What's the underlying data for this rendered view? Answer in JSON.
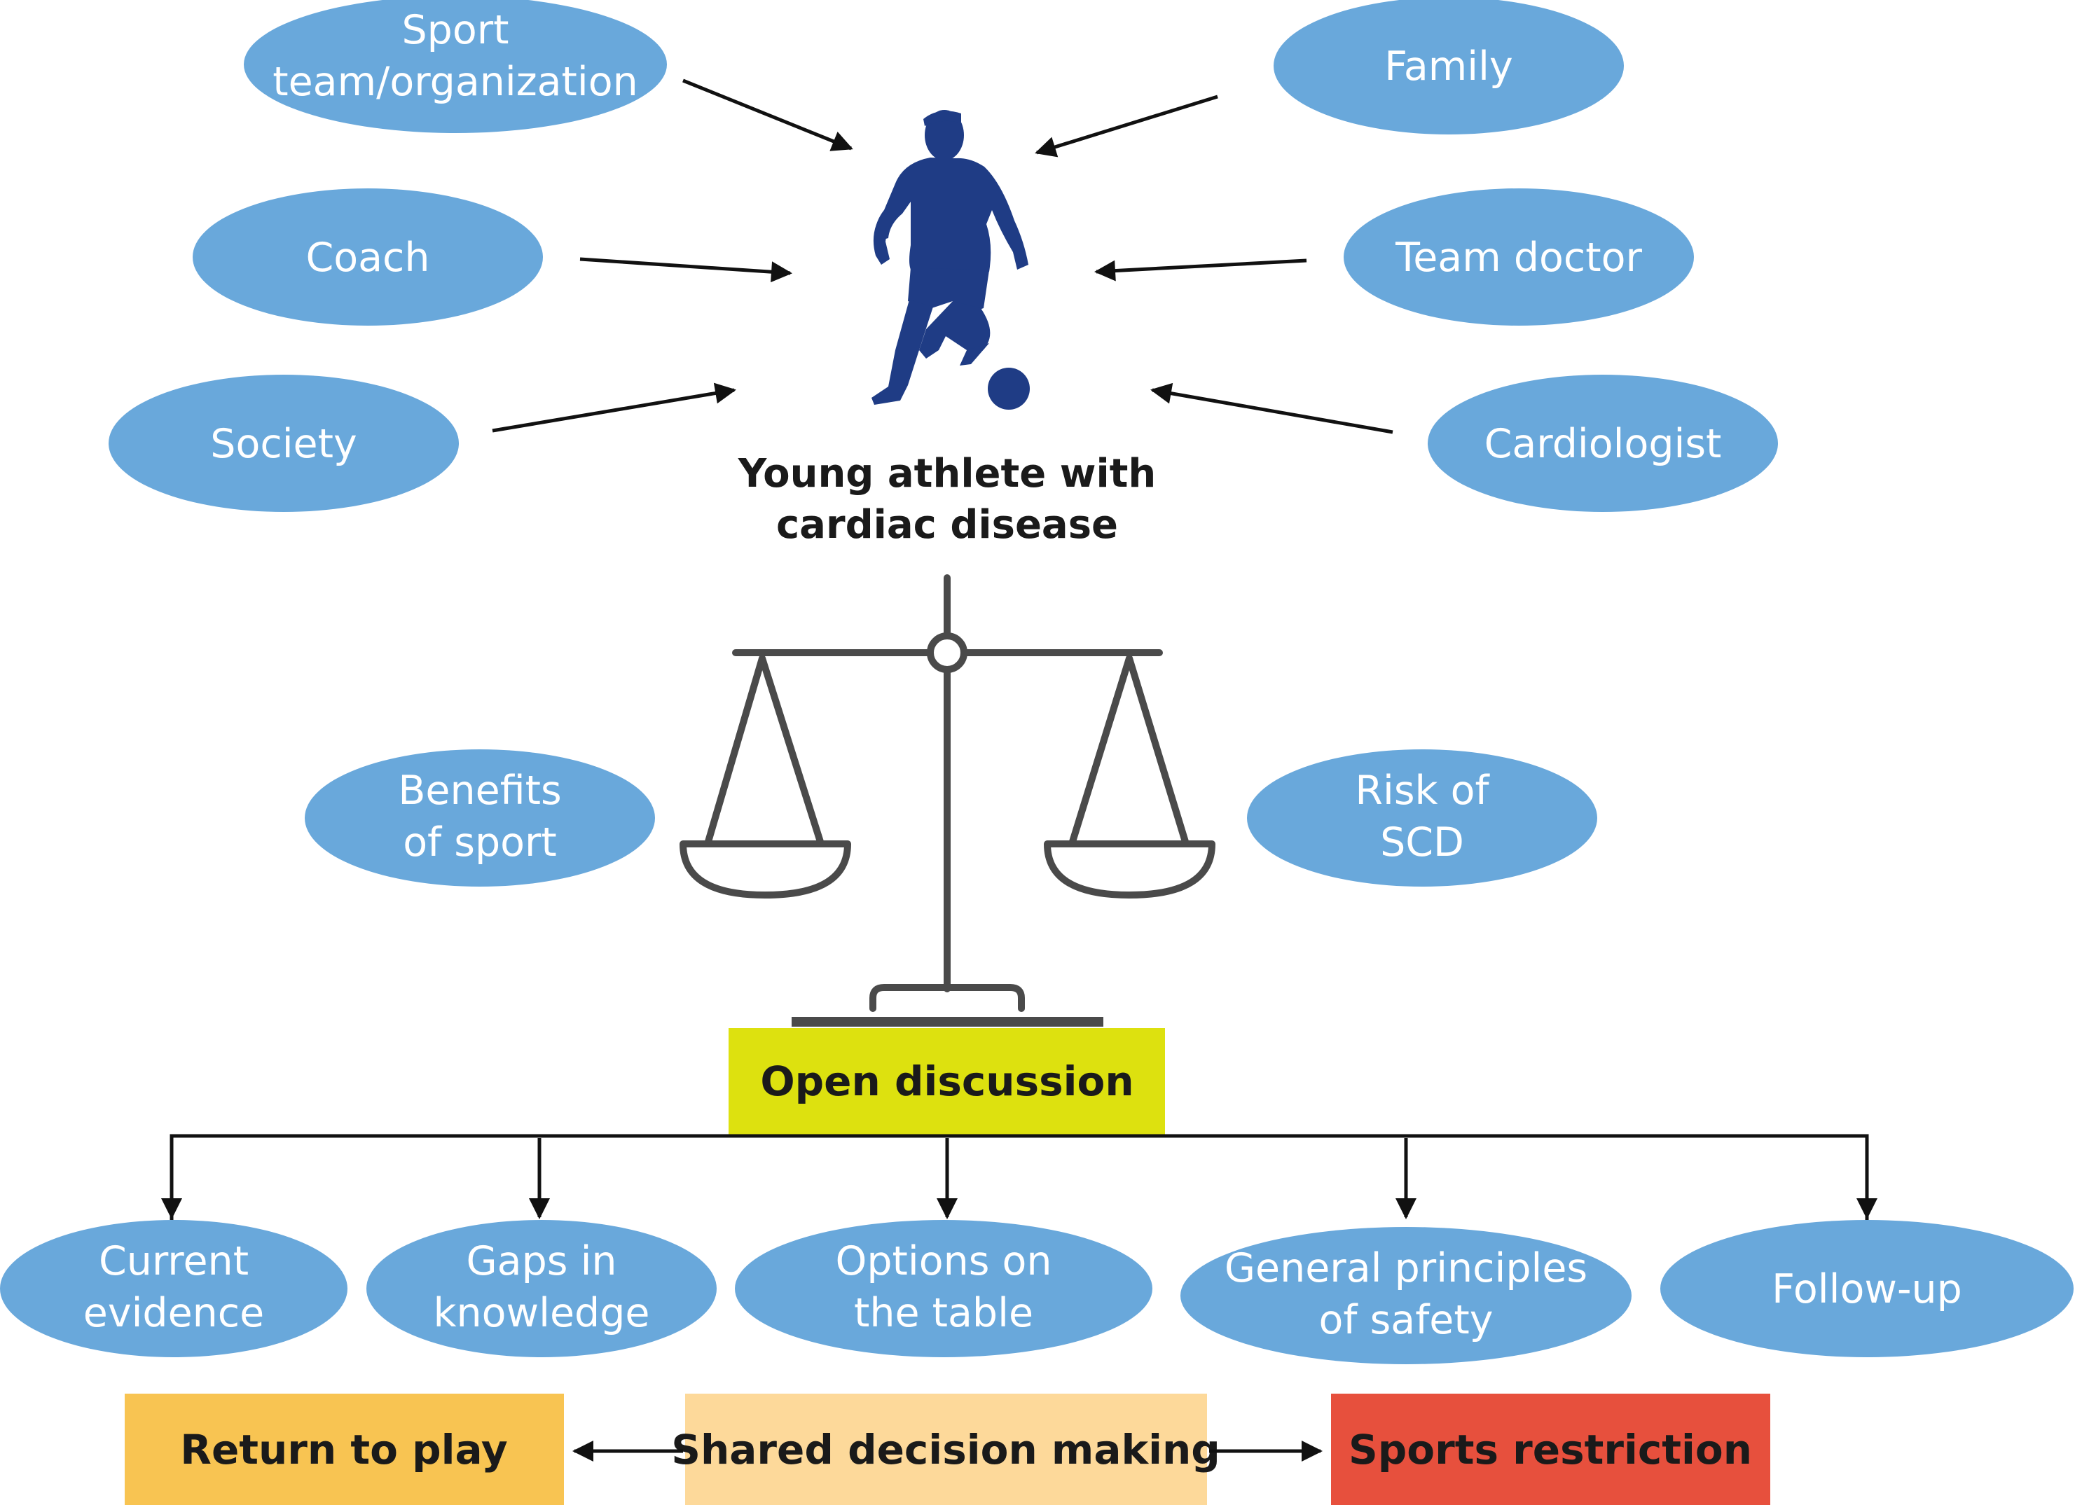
{
  "center": {
    "line1": "Young athlete with",
    "line2": "cardiac disease"
  },
  "stakeholders": {
    "sport_team": [
      "Sport",
      "team/organization"
    ],
    "coach": [
      "Coach"
    ],
    "society": [
      "Society"
    ],
    "family": [
      "Family"
    ],
    "team_doctor": [
      "Team doctor"
    ],
    "cardiologist": [
      "Cardiologist"
    ]
  },
  "balance": {
    "benefits": [
      "Benefits",
      "of sport"
    ],
    "risk": [
      "Risk of",
      "SCD"
    ]
  },
  "open_discussion": "Open discussion",
  "topics": {
    "current_evidence": [
      "Current",
      "evidence"
    ],
    "gaps": [
      "Gaps in",
      "knowledge"
    ],
    "options": [
      "Options on",
      "the table"
    ],
    "principles": [
      "General principles",
      "of safety"
    ],
    "follow_up": [
      "Follow-up"
    ]
  },
  "outcomes": {
    "return_to_play": "Return to play",
    "shared_decision": "Shared decision making",
    "sports_restriction": "Sports restriction"
  },
  "colors": {
    "ellipse": "#69a8db",
    "athlete": "#1f3c85",
    "open_discussion": "#dde10f",
    "return_to_play": "#f8c452",
    "shared_decision": "#fdd99a",
    "sports_restriction": "#e7503d",
    "scale": "#4a4a4a"
  },
  "icons": [
    "athlete-silhouette-icon",
    "soccer-ball-icon",
    "balance-scale-icon"
  ]
}
